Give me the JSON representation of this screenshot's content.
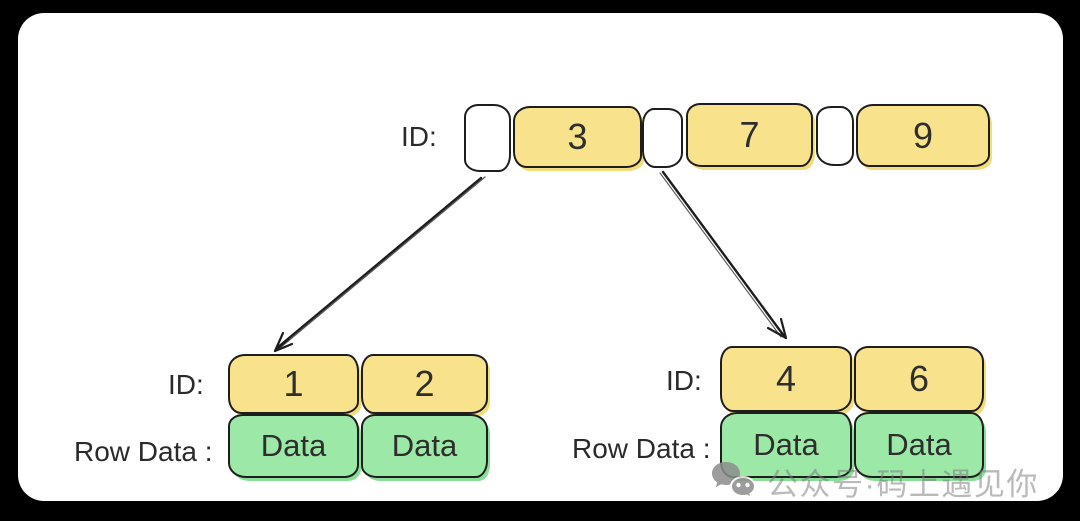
{
  "colors": {
    "canvas_bg": "#000000",
    "card_bg": "#ffffff",
    "key_fill": "#f8e38c",
    "data_fill": "#9be8a7",
    "stroke": "#1e1e1e",
    "watermark_gray": "#7d7d7d"
  },
  "root_node": {
    "label": "ID:",
    "keys": [
      "3",
      "7",
      "9"
    ]
  },
  "left_leaf": {
    "id_label": "ID:",
    "keys": [
      "1",
      "2"
    ],
    "row_label": "Row Data :",
    "rows": [
      "Data",
      "Data"
    ]
  },
  "right_leaf": {
    "id_label": "ID:",
    "keys": [
      "4",
      "6"
    ],
    "row_label": "Row Data :",
    "rows": [
      "Data",
      "Data"
    ]
  },
  "watermark": {
    "icon": "wechat-icon",
    "text": "公众号·码上遇见你"
  }
}
